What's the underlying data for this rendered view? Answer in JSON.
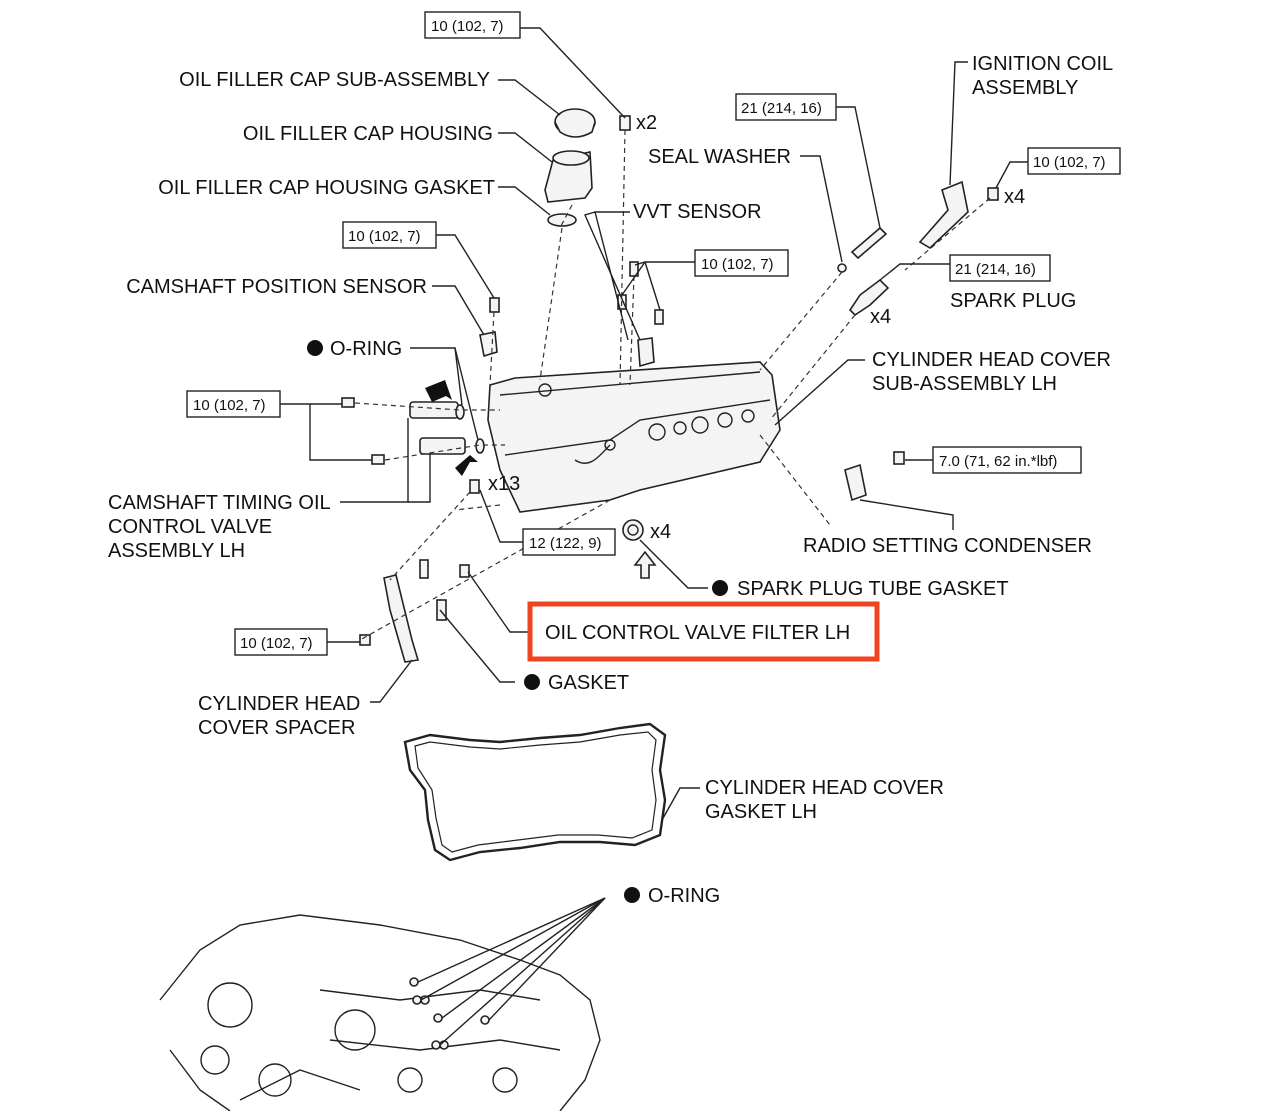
{
  "labels": {
    "oil_filler_cap": "OIL FILLER CAP SUB-ASSEMBLY",
    "oil_filler_housing": "OIL FILLER CAP HOUSING",
    "oil_filler_gasket": "OIL FILLER CAP HOUSING GASKET",
    "camshaft_sensor": "CAMSHAFT POSITION SENSOR",
    "o_ring_top": "O-RING",
    "vvt_sensor": "VVT SENSOR",
    "seal_washer": "SEAL WASHER",
    "ignition_coil_1": "IGNITION COIL",
    "ignition_coil_2": "ASSEMBLY",
    "spark_plug": "SPARK PLUG",
    "cyl_cover_1": "CYLINDER HEAD COVER",
    "cyl_cover_2": "SUB-ASSEMBLY LH",
    "ocv_1": "CAMSHAFT TIMING OIL",
    "ocv_2": "CONTROL VALVE",
    "ocv_3": "ASSEMBLY LH",
    "radio_condenser": "RADIO SETTING CONDENSER",
    "spark_tube_gasket": "SPARK PLUG TUBE GASKET",
    "ocv_filter": "OIL CONTROL VALVE FILTER LH",
    "gasket": "GASKET",
    "spacer_1": "CYLINDER HEAD",
    "spacer_2": "COVER SPACER",
    "cover_gasket_1": "CYLINDER HEAD COVER",
    "cover_gasket_2": "GASKET LH",
    "o_ring_bottom": "O-RING"
  },
  "torques": {
    "t_cap_bolt": "10 (102, 7)",
    "t_coil_top": "21 (214, 16)",
    "t_coil_bolt": "10 (102, 7)",
    "t_cam_sensor": "10 (102, 7)",
    "t_vvt": "10 (102, 7)",
    "t_spark": "21 (214, 16)",
    "t_ocv": "10 (102, 7)",
    "t_condenser": "7.0 (71, 62 in.*lbf)",
    "t_cover_bolts": "12 (122, 9)",
    "t_spacer": "10 (102, 7)"
  },
  "quantities": {
    "q_cap_bolt": "x2",
    "q_coil": "x4",
    "q_spark": "x4",
    "q_cover_bolts": "x13",
    "q_tube_gasket": "x4"
  },
  "highlight_color": "#ee4422"
}
